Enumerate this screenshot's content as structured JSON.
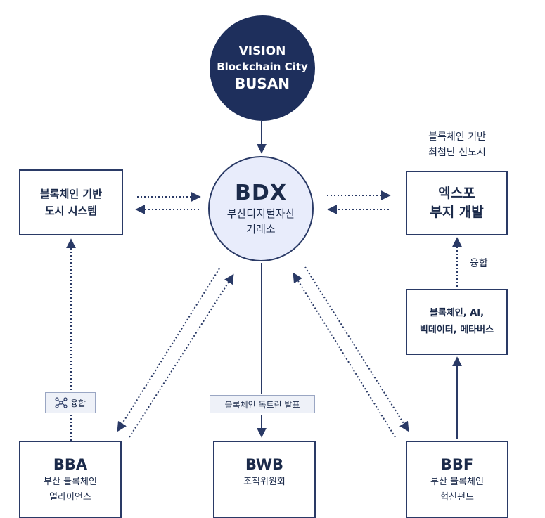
{
  "vision": {
    "line1": "VISION",
    "line2": "Blockchain City",
    "line3": "BUSAN"
  },
  "bdx": {
    "title": "BDX",
    "sub1": "부산디지털자산",
    "sub2": "거래소"
  },
  "left_box": {
    "line1": "블록체인 기반",
    "line2": "도시 시스템"
  },
  "right_caption": {
    "line1": "블록체인 기반",
    "line2": "최첨단 신도시"
  },
  "right_box": {
    "line1": "엑스포",
    "line2": "부지 개발"
  },
  "fusion_label": "융합",
  "tech_box": {
    "line1": "블록체인, AI,",
    "line2": "빅데이터, 메타버스"
  },
  "left_tag": {
    "icon": "network-icon",
    "label": "융합"
  },
  "mid_tag": {
    "label": "블록체인 독트린 발표"
  },
  "bba": {
    "title": "BBA",
    "line1": "부산 블록체인",
    "line2": "얼라이언스"
  },
  "bwb": {
    "title": "BWB",
    "line1": "조직위원회"
  },
  "bbf": {
    "title": "BBF",
    "line1": "부산 블록체인",
    "line2": "혁신펀드"
  },
  "colors": {
    "navy": "#1e2f5c",
    "light": "#e8ecfb",
    "border": "#2a3a66"
  }
}
